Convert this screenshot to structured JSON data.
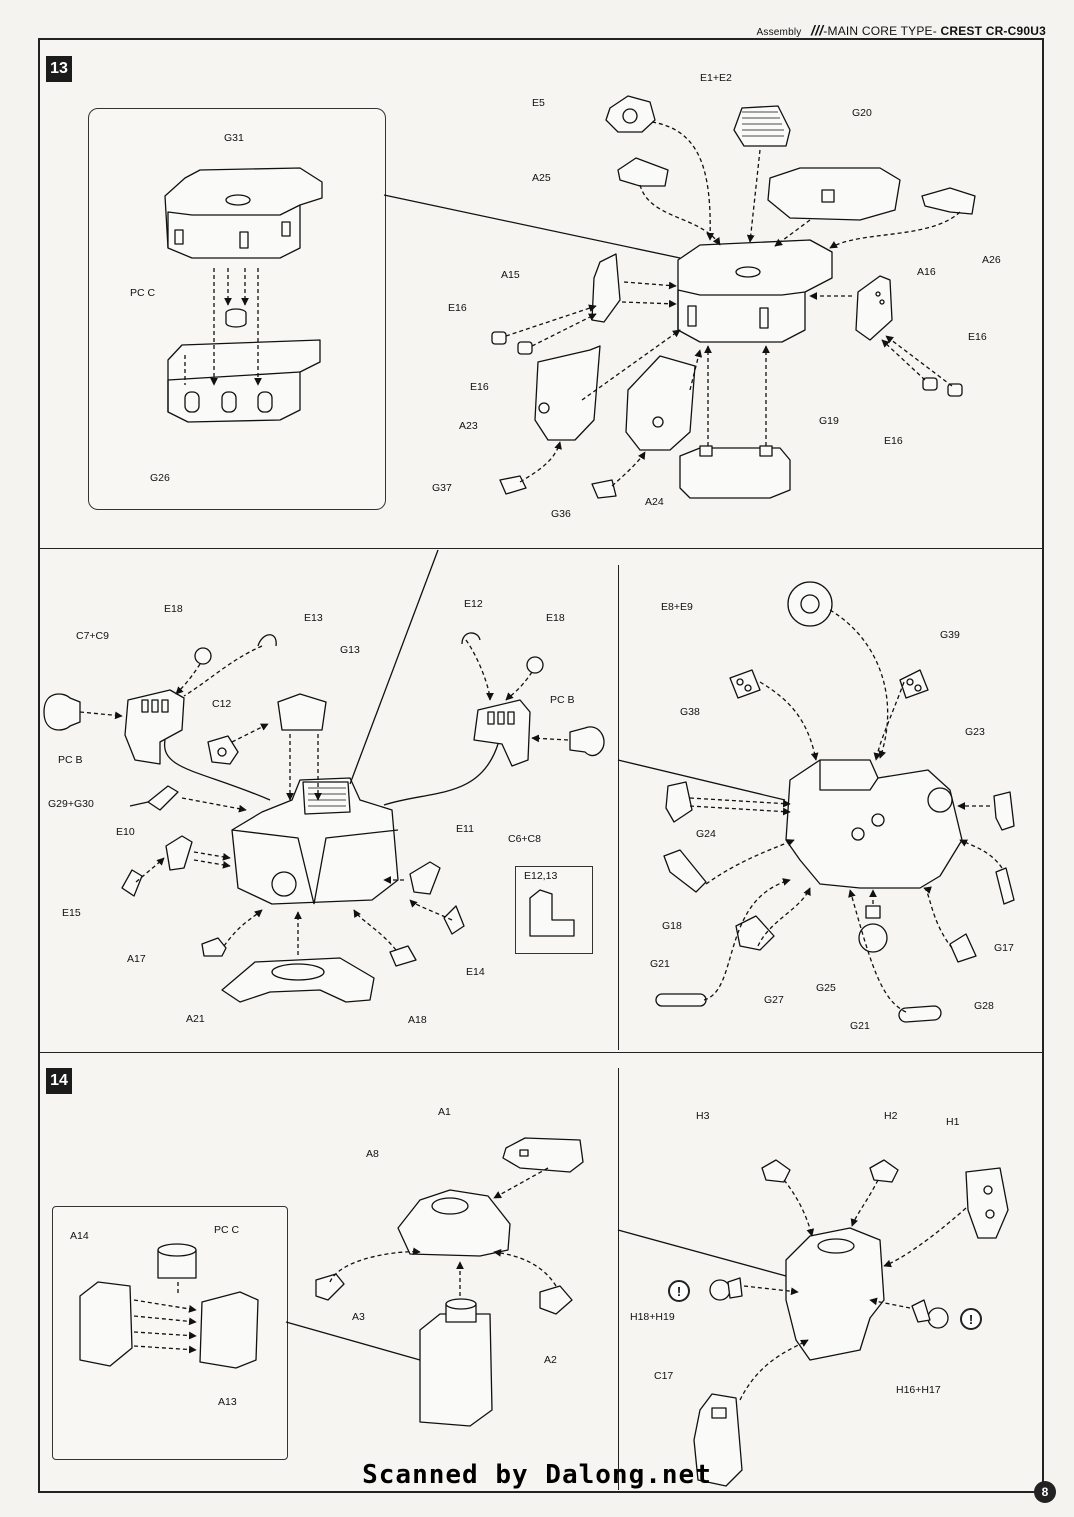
{
  "header": {
    "small": "Assembly",
    "logo": "///",
    "title": "-MAIN CORE TYPE-",
    "model": "CREST CR-C90U3"
  },
  "steps": [
    {
      "number": "13"
    },
    {
      "number": "14"
    }
  ],
  "labels": {
    "s13_inset": [
      "G31",
      "PC C",
      "G26"
    ],
    "s13_main": [
      "E1+E2",
      "E5",
      "G20",
      "A25",
      "A26",
      "A15",
      "A16",
      "E16",
      "E16",
      "E16",
      "E16",
      "A23",
      "G19",
      "G37",
      "G36",
      "A24"
    ],
    "midleft": [
      "E18",
      "E13",
      "E12",
      "E18",
      "C7+C9",
      "G13",
      "C12",
      "PC B",
      "PC B",
      "G29+G30",
      "C6+C8",
      "E10",
      "E11",
      "E15",
      "E12,13",
      "E14",
      "A17",
      "A21",
      "A18"
    ],
    "midright": [
      "E8+E9",
      "G39",
      "G38",
      "G23",
      "G24",
      "G18",
      "G17",
      "G21",
      "G27",
      "G25",
      "G28",
      "G21"
    ],
    "s14_left": [
      "A1",
      "A8",
      "A14",
      "PC C",
      "A3",
      "A2",
      "A13"
    ],
    "s14_right": [
      "H3",
      "H2",
      "H1",
      "H18+H19",
      "C17",
      "H16+H17"
    ]
  },
  "warning_mark": "!",
  "footer": {
    "credit": "Scanned by Dalong.net",
    "page": "8"
  }
}
